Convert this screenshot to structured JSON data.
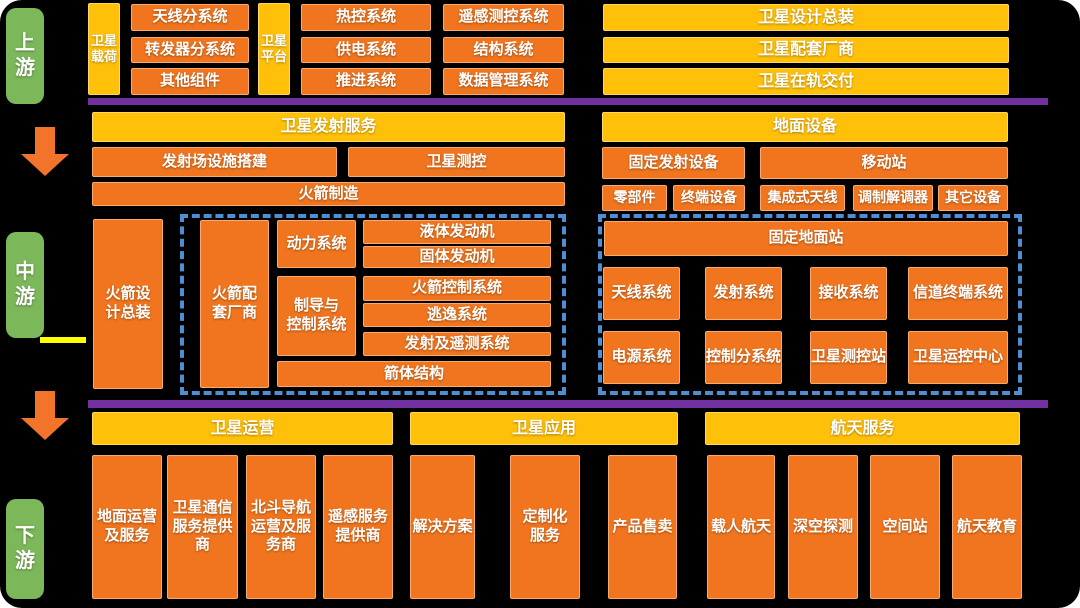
{
  "stages": {
    "upstream": "上\n游",
    "midstream": "中\n游",
    "downstream": "下\n游"
  },
  "upstream": {
    "payload_tab": "卫星\n载荷",
    "payload_items": [
      "天线分系统",
      "转发器分系统",
      "其他组件"
    ],
    "platform_tab": "卫星\n平台",
    "platform_items": [
      "热控系统",
      "供电系统",
      "推进系统"
    ],
    "system_items": [
      "遥感测控系统",
      "结构系统",
      "数据管理系统"
    ],
    "integration_items": [
      "卫星设计总装",
      "卫星配套厂商",
      "卫星在轨交付"
    ]
  },
  "midstream": {
    "launch_service_header": "卫星发射服务",
    "launch_site": "发射场设施搭建",
    "satellite_ttc": "卫星测控",
    "rocket_manufacturing": "火箭制造",
    "rocket_design": "火箭设\n计总装",
    "rocket_suppliers": "火箭配\n套厂商",
    "power_system": "动力系统",
    "engine_items": [
      "液体发动机",
      "固体发动机"
    ],
    "guidance_system": "制导与\n控制系统",
    "guidance_items": [
      "火箭控制系统",
      "逃逸系统",
      "发射及遥测系统"
    ],
    "rocket_structure": "箭体结构",
    "ground_equipment_header": "地面设备",
    "fixed_launch_equipment": "固定发射设备",
    "fixed_launch_items": [
      "零部件",
      "终端设备"
    ],
    "mobile_station": "移动站",
    "mobile_station_items": [
      "集成式天线",
      "调制解调器",
      "其它设备"
    ],
    "fixed_ground_station": "固定地面站",
    "ground_station_row1": [
      "天线系统",
      "发射系统",
      "接收系统",
      "信道终端系统"
    ],
    "ground_station_row2": [
      "电源系统",
      "控制分系统",
      "卫星测控站",
      "卫星运控中心"
    ]
  },
  "downstream": {
    "operation_header": "卫星运营",
    "operation_items": [
      "地面运营\n及服务",
      "卫星通信\n服务提供\n商",
      "北斗导航\n运营及服\n务商",
      "遥感服务\n提供商"
    ],
    "application_header": "卫星应用",
    "application_items": [
      "解决方案",
      "定制化\n服务",
      "产品售卖"
    ],
    "space_service_header": "航天服务",
    "space_service_items": [
      "载人航天",
      "深空探测",
      "空间站",
      "航天教育"
    ]
  },
  "colors": {
    "orange": "#F0751E",
    "yellow": "#FFC00A",
    "green": "#7CB75A",
    "purple": "#7030A0",
    "dash_blue": "#4E8ED3",
    "arrow_orange": "#F2742B",
    "highlight_yellow": "#FFFF00",
    "background": "#000000"
  }
}
